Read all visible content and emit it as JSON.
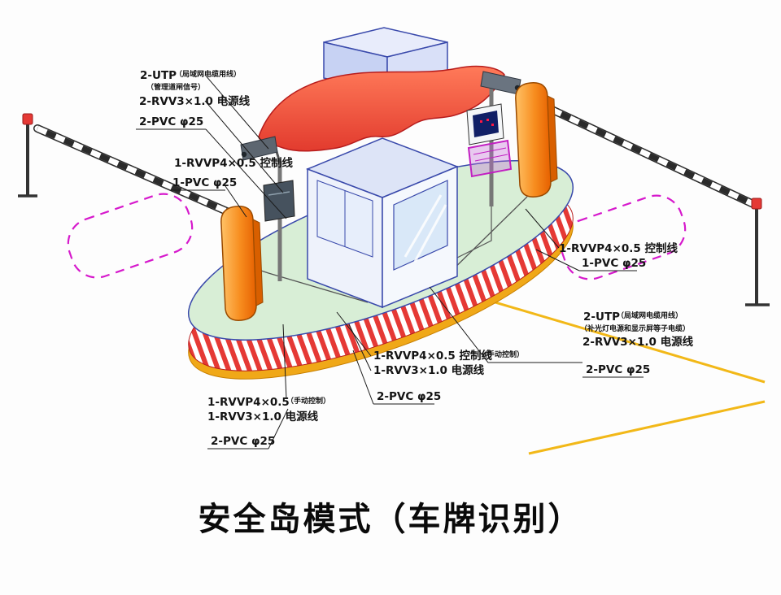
{
  "title": "安全岛模式（车牌识别）",
  "labels": {
    "top_left": {
      "code": "2-UTP",
      "note1": "（局域网电缆用线）",
      "note2": "（管理道闸信号）",
      "power": "2-RVV3×1.0 电源线",
      "pvc": "2-PVC φ25"
    },
    "left": {
      "control": "1-RVVP4×0.5 控制线",
      "pvc": "1-PVC φ25"
    },
    "right_middle": {
      "control": "1-RVVP4×0.5 控制线",
      "pvc": "1-PVC φ25"
    },
    "right_lower": {
      "code": "2-UTP",
      "note1": "（局域网电缆用线）",
      "note2": "（补光灯电源和显示屏等子电缆）",
      "power": "2-RVV3×1.0 电源线",
      "pvc": "2-PVC φ25"
    },
    "bottom_center": {
      "control": "1-RVVP4×0.5 控制线",
      "note": "（手动控制）",
      "power": "1-RVV3×1.0 电源线",
      "pvc": "2-PVC φ25"
    },
    "bottom_left": {
      "control": "1-RVVP4×0.5",
      "note": "（手动控制）",
      "power": "1-RVV3×1.0 电源线",
      "pvc": "2-PVC φ25"
    }
  },
  "colors": {
    "island_green": "#d8eed6",
    "stripe_red": "#e53935",
    "rim_yellow": "#f0a818",
    "canopy_red": "#e23b2e",
    "barrier_orange": "#f78c1e",
    "loop_magenta": "#d619cc",
    "lane_yellow": "#f2b818",
    "outline_blue": "#3949ab"
  }
}
